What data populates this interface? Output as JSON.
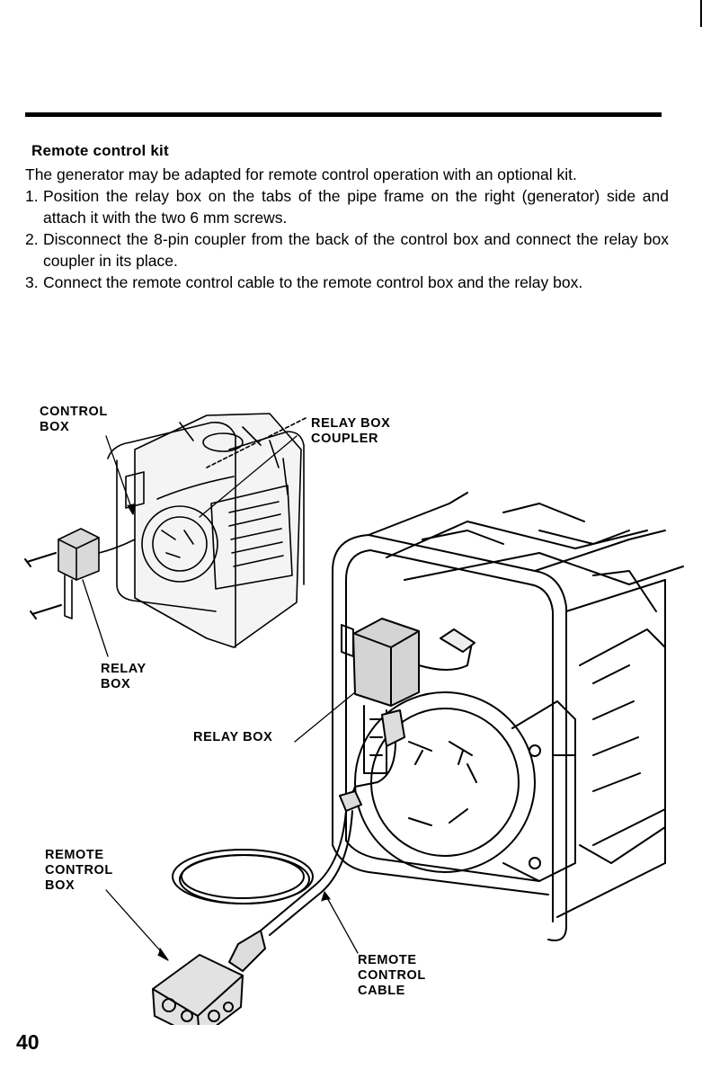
{
  "section": {
    "title": "Remote control kit",
    "intro": "The generator may be adapted for remote control operation with an optional kit.",
    "steps": [
      {
        "num": "1.",
        "text": "Position the relay box on the tabs of the pipe frame on the right (generator) side and attach it with the two 6 mm screws."
      },
      {
        "num": "2.",
        "text": "Disconnect the 8-pin coupler from the back of the control box and connect the relay box coupler in its place."
      },
      {
        "num": "3.",
        "text": "Connect the remote control cable to the remote control box and the relay box."
      }
    ]
  },
  "figure": {
    "labels": {
      "control_box": "CONTROL\nBOX",
      "relay_box_coupler": "RELAY BOX\nCOUPLER",
      "relay_box_small": "RELAY\nBOX",
      "relay_box_main": "RELAY BOX",
      "remote_control_box": "REMOTE\nCONTROL\nBOX",
      "remote_control_cable": "REMOTE\nCONTROL\nCABLE"
    }
  },
  "page_number": "40"
}
